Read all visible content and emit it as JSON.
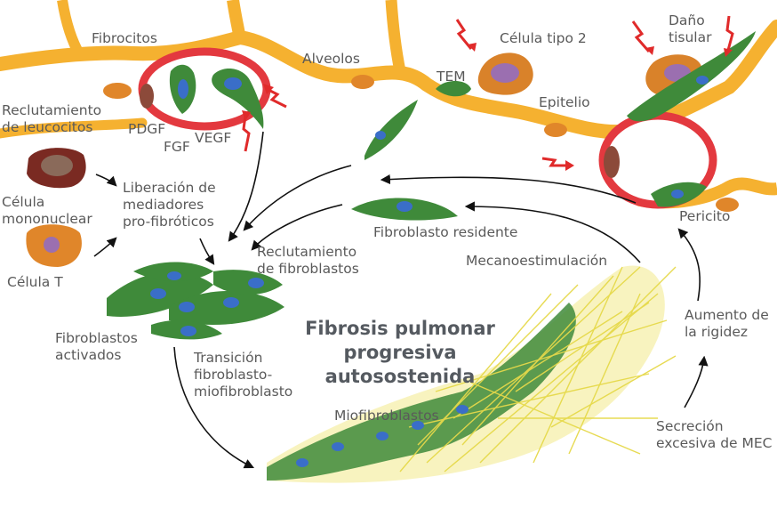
{
  "title_lines": [
    "Fibrosis pulmonar",
    "progresiva",
    "autosostenida"
  ],
  "labels": {
    "fibrocitos": "Fibrocitos",
    "alveolos": "Alveolos",
    "tem": "TEM",
    "celula_tipo2": "Célula tipo 2",
    "dano": [
      "Daño",
      "tisular"
    ],
    "epitelio": "Epitelio",
    "reclutamiento_leucocitos": [
      "Reclutamiento",
      "de leucocitos"
    ],
    "pdgf": "PDGF",
    "fgf": "FGF",
    "vegf": "VEGF",
    "liberacion": [
      "Liberación de",
      "mediadores",
      "pro-fibróticos"
    ],
    "celula_mononuclear": [
      "Célula",
      "mononuclear"
    ],
    "celula_t": "Célula T",
    "fibroblasto_residente": "Fibroblasto residente",
    "pericito": "Pericito",
    "reclutamiento_fibroblastos": [
      "Reclutamiento",
      "de fibroblastos"
    ],
    "mecanoestimulacion": "Mecanoestimulación",
    "aumento_rigidez": [
      "Aumento de",
      "la rigidez"
    ],
    "fibroblastos_activados": [
      "Fibroblastos",
      "activados"
    ],
    "transicion": [
      "Transición",
      "fibroblasto-",
      "miofibroblasto"
    ],
    "miofibroblastos": "Miofibroblastos",
    "secrecion": [
      "Secreción",
      "excesiva de MEC"
    ]
  },
  "colors": {
    "tissue": "#f5b130",
    "tissue_dark": "#e0962a",
    "vessel": "#e3393f",
    "fibroblast": "#3f8a3a",
    "fibroblast_dark": "#2a6a2c",
    "nucleus": "#3a6ec8",
    "matrix": "#efe36a",
    "arrow_red": "#e02a2a",
    "text": "#5a5a5a",
    "title": "#555a60"
  }
}
